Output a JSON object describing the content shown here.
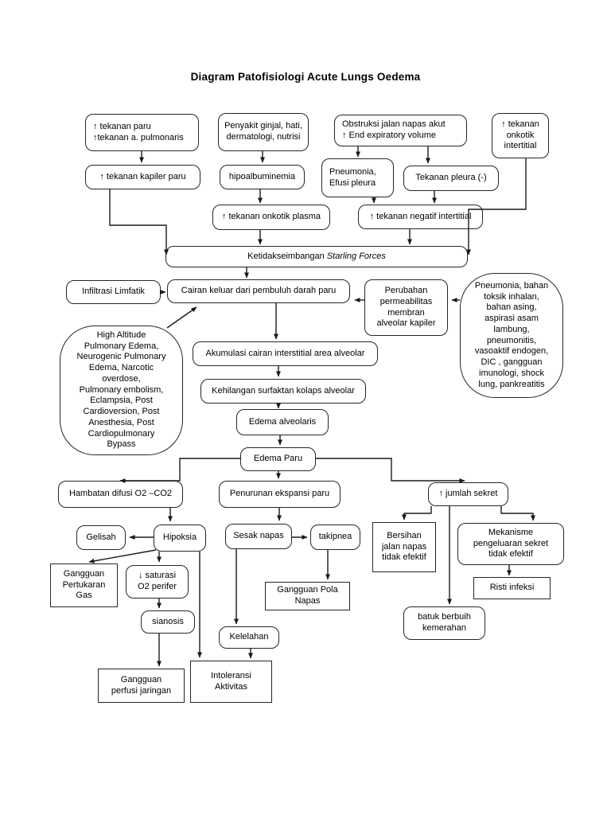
{
  "title": "Diagram Patofisiologi Acute Lungs Oedema",
  "diagram": {
    "nodes": [
      {
        "id": "tekanan-paru",
        "label": "↑ tekanan paru\n↑tekanan a. pulmonaris",
        "shape": "rounded",
        "align": "left"
      },
      {
        "id": "penyakit-ginjal",
        "label": "Penyakit ginjal, hati,\ndermatologi, nutrisi",
        "shape": "rounded",
        "align": "center"
      },
      {
        "id": "obstruksi",
        "label": "Obstruksi jalan napas akut\n↑ End expiratory volume",
        "shape": "rounded",
        "align": "left"
      },
      {
        "id": "onkotik-intertitial",
        "label": "↑ tekanan\nonkotik\nintertitial",
        "shape": "rounded",
        "align": "center"
      },
      {
        "id": "kapiler-paru",
        "label": "↑ tekanan kapiler paru",
        "shape": "rounded",
        "align": "center"
      },
      {
        "id": "hipoalbuminemia",
        "label": "hipoalbuminemia",
        "shape": "rounded",
        "align": "center"
      },
      {
        "id": "pneumonia-efusi",
        "label": "Pneumonia,\nEfusi pleura",
        "shape": "rounded",
        "align": "left"
      },
      {
        "id": "tekanan-pleura",
        "label": "Tekanan pleura (-)",
        "shape": "rounded",
        "align": "center"
      },
      {
        "id": "onkotik-plasma",
        "label": "↑ tekanan onkotik plasma",
        "shape": "rounded",
        "align": "center"
      },
      {
        "id": "negatif-intertitial",
        "label": "↑ tekanan negatif intertitial",
        "shape": "rounded",
        "align": "center"
      },
      {
        "id": "starling",
        "label": "Ketidakseimbangan Starling Forces",
        "label_prefix": "Ketidakseimbangan ",
        "label_italic": "Starling Forces",
        "shape": "rounded",
        "align": "center"
      },
      {
        "id": "infiltrasi",
        "label": "Infiltrasi Limfatik",
        "shape": "rounded",
        "align": "center"
      },
      {
        "id": "cairan-keluar",
        "label": "Cairan keluar dari pembuluh darah paru",
        "shape": "rounded",
        "align": "center"
      },
      {
        "id": "perubahan",
        "label": "Perubahan\npermeabilitas\nmembran\nalveolar kapiler",
        "shape": "rounded",
        "align": "center"
      },
      {
        "id": "pneumonia-blob",
        "label": "Pneumonia, bahan\ntoksik inhalan,\nbahan asing,\naspirasi asam\nlambung,\npneumonitis,\nvasoaktif endogen,\nDIC , gangguan\nimunologi, shock\nlung, pankreatitis",
        "shape": "blob",
        "align": "center"
      },
      {
        "id": "high-altitude-blob",
        "label": "High Altitude\nPulmonary Edema,\nNeurogenic Pulmonary\nEdema, Narcotic\noverdose,\nPulmonary embolism,\nEclampsia, Post\nCardioversion, Post\nAnesthesia, Post\nCardiopulmonary\nBypass",
        "shape": "blob",
        "align": "center"
      },
      {
        "id": "akumulasi",
        "label": "Akumulasi cairan interstitial area alveolar",
        "shape": "rounded",
        "align": "center"
      },
      {
        "id": "kehilangan",
        "label": "Kehilangan surfaktan kolaps alveolar",
        "shape": "rounded",
        "align": "center"
      },
      {
        "id": "edema-alveolaris",
        "label": "Edema alveolaris",
        "shape": "rounded",
        "align": "center"
      },
      {
        "id": "edema-paru",
        "label": "Edema Paru",
        "shape": "rounded",
        "align": "center"
      },
      {
        "id": "hambatan-difusi",
        "label": "Hambatan difusi O2 –CO2",
        "shape": "rounded",
        "align": "center"
      },
      {
        "id": "penurunan-ekspansi",
        "label": "Penurunan ekspansi paru",
        "shape": "rounded",
        "align": "center"
      },
      {
        "id": "jumlah-sekret",
        "label": "↑ jumlah sekret",
        "shape": "rounded",
        "align": "center"
      },
      {
        "id": "gelisah",
        "label": "Gelisah",
        "shape": "rounded",
        "align": "center"
      },
      {
        "id": "hipoksia",
        "label": "Hipoksia",
        "shape": "rounded",
        "align": "center"
      },
      {
        "id": "sesak-napas",
        "label": "Sesak napas",
        "shape": "rounded",
        "align": "center"
      },
      {
        "id": "takipnea",
        "label": "takipnea",
        "shape": "rounded",
        "align": "center"
      },
      {
        "id": "bersihan",
        "label": "Bersihan\njalan napas\ntidak efektif",
        "shape": "rect",
        "align": "center"
      },
      {
        "id": "mekanisme",
        "label": "Mekanisme\npengeluaran sekret\ntidak efektif",
        "shape": "rounded",
        "align": "center"
      },
      {
        "id": "gangguan-pertukaran",
        "label": "Gangguan\nPertukaran\nGas",
        "shape": "rect",
        "align": "center"
      },
      {
        "id": "saturasi",
        "label": "↓ saturasi\nO2 perifer",
        "shape": "rounded",
        "align": "center"
      },
      {
        "id": "gangguan-pola",
        "label": "Gangguan Pola\nNapas",
        "shape": "rect",
        "align": "center"
      },
      {
        "id": "risti",
        "label": "Risti infeksi",
        "shape": "rect",
        "align": "center"
      },
      {
        "id": "batuk",
        "label": "batuk berbuih\nkemerahan",
        "shape": "rounded",
        "align": "center"
      },
      {
        "id": "sianosis",
        "label": "sianosis",
        "shape": "rounded",
        "align": "center"
      },
      {
        "id": "kelelahan",
        "label": "Kelelahan",
        "shape": "rounded",
        "align": "center"
      },
      {
        "id": "intoleransi",
        "label": "Intoleransi\nAktivitas",
        "shape": "rect",
        "align": "center"
      },
      {
        "id": "gangguan-perfusi",
        "label": "Gangguan\nperfusi jaringan",
        "shape": "rect",
        "align": "center"
      }
    ],
    "line_color": "#1a1a1a"
  }
}
